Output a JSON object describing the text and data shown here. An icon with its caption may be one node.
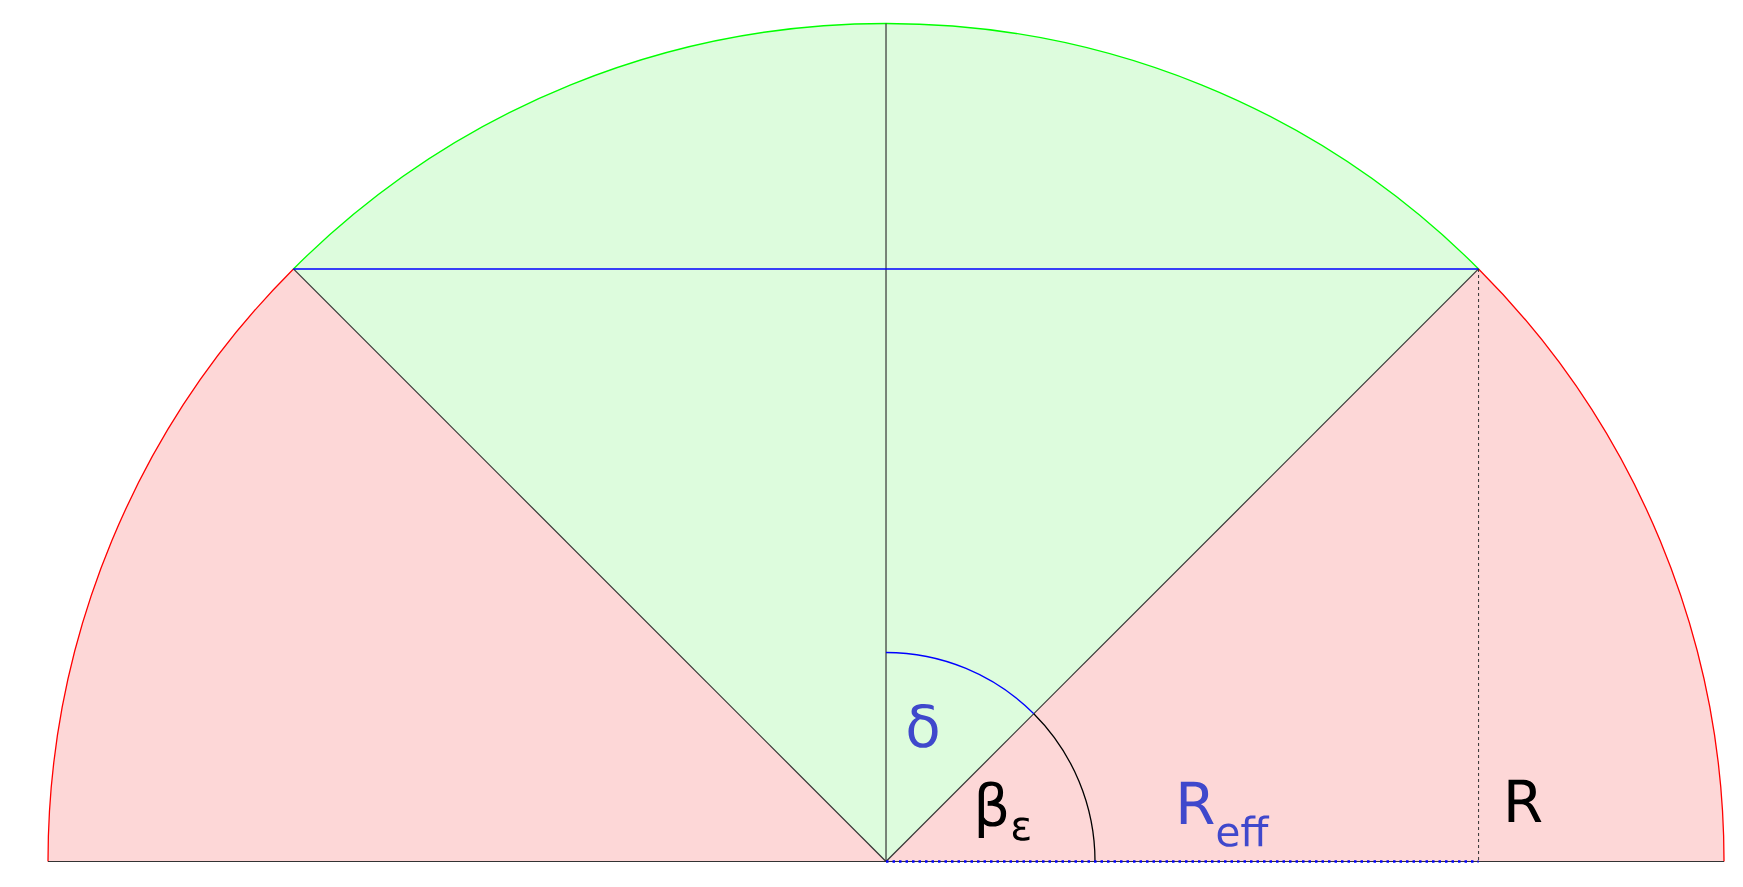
{
  "diagram": {
    "labels": [
      "δ",
      "β$_{ε}$",
      "R$_{eff}$",
      "R"
    ]
  }
}
